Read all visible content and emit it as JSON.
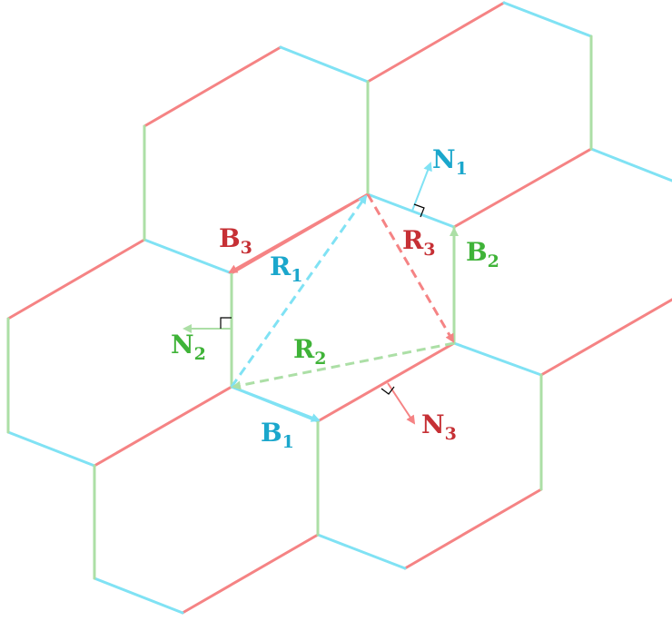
{
  "colors": {
    "red": "#f58384",
    "cyan": "#80e2f4",
    "green": "#acdfa6",
    "label_red": "#c63035",
    "label_cyan": "#1ba7cc",
    "label_green": "#3fb338",
    "black": "#000000"
  },
  "vectors": {
    "B1": {
      "base": "B",
      "sub": "1"
    },
    "B2": {
      "base": "B",
      "sub": "2"
    },
    "B3": {
      "base": "B",
      "sub": "3"
    },
    "R1": {
      "base": "R",
      "sub": "1"
    },
    "R2": {
      "base": "R",
      "sub": "2"
    },
    "R3": {
      "base": "R",
      "sub": "3"
    },
    "N1": {
      "base": "N",
      "sub": "1"
    },
    "N2": {
      "base": "N",
      "sub": "2"
    },
    "N3": {
      "base": "N",
      "sub": "3"
    }
  }
}
